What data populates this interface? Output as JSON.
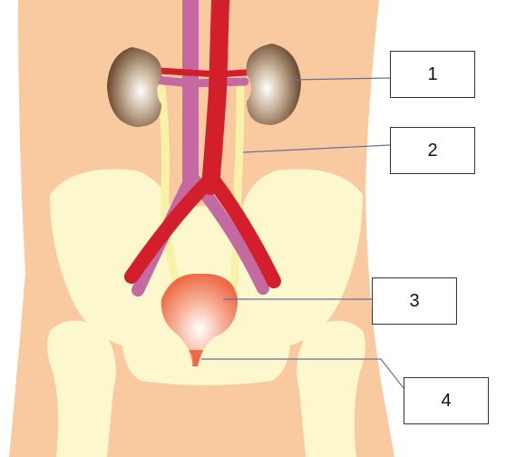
{
  "labels": [
    {
      "id": "1",
      "text": "1"
    },
    {
      "id": "2",
      "text": "2"
    },
    {
      "id": "3",
      "text": "3"
    },
    {
      "id": "4",
      "text": "4"
    }
  ],
  "colors": {
    "skin": "#f9c9a0",
    "bone": "#fcf7cc",
    "kidney": "#7b5a3f",
    "artery": "#d31f2c",
    "vein": "#c469a1",
    "ureter": "#f8f1a8",
    "bladder": "#f07a55"
  }
}
